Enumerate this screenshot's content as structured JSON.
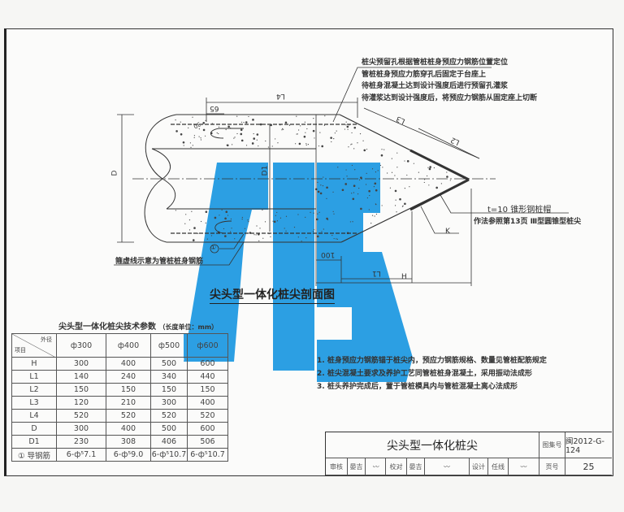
{
  "drawing": {
    "section_title": "尖头型一体化桩尖剖面图",
    "leader_notes": [
      "桩尖预留孔根据管桩桩身预应力钢筋位置定位",
      "管桩桩身预应力筋穿孔后固定于台座上",
      "待桩身混凝土达到设计强度后进行预留孔灌浆",
      "待灌浆达到设计强度后，将预应力钢筋从固定座上切断"
    ],
    "cap_label": "t=10 锥形钢桩帽",
    "cap_ref": "作法参照第13页 Ⅲ型圆锥型桩尖",
    "rebar_note": "箍虚线示意为管桩桩身钢筋",
    "marker": "①",
    "dims": {
      "D": "D",
      "D1": "D1",
      "L1": "L1",
      "L2": "L2",
      "L3": "L3",
      "L4": "L4",
      "H": "H",
      "d65": "65",
      "d100": "100",
      "d30": "30",
      "k": "K"
    }
  },
  "param_table": {
    "title": "尖头型一体化桩尖技术参数",
    "unit": "（长度单位：mm）",
    "corner_top": "外径",
    "corner_bottom": "项目",
    "columns": [
      "ф300",
      "ф400",
      "ф500",
      "ф600"
    ],
    "rows": [
      {
        "label": "H",
        "values": [
          "300",
          "400",
          "500",
          "600"
        ]
      },
      {
        "label": "L1",
        "values": [
          "140",
          "240",
          "340",
          "440"
        ]
      },
      {
        "label": "L2",
        "values": [
          "150",
          "150",
          "150",
          "150"
        ]
      },
      {
        "label": "L3",
        "values": [
          "120",
          "210",
          "300",
          "400"
        ]
      },
      {
        "label": "L4",
        "values": [
          "520",
          "520",
          "520",
          "520"
        ]
      },
      {
        "label": "D",
        "values": [
          "300",
          "400",
          "500",
          "600"
        ]
      },
      {
        "label": "D1",
        "values": [
          "230",
          "308",
          "406",
          "506"
        ]
      },
      {
        "label": "① 导钢筋",
        "values": [
          "6-ф⁵7.1",
          "6-ф⁵9.0",
          "6-ф⁵10.7",
          "6-ф⁵10.7"
        ]
      }
    ]
  },
  "notes": [
    "1. 桩身预应力钢筋锚于桩尖内，预应力钢筋规格、数量见管桩配筋规定",
    "2. 桩尖混凝土要求及养护工艺同管桩桩身混凝土，采用振动法成形",
    "3. 桩头养护完成后，置于管桩模具内与管桩混凝土离心法成形"
  ],
  "title_block": {
    "title": "尖头型一体化桩尖",
    "atlas_label": "图集号",
    "atlas_no": "闽2012-G-124",
    "page_label": "页号",
    "page_no": "25",
    "review_label": "审核",
    "review_name": "晏吉",
    "check_label": "校对",
    "check_name": "晏吉",
    "design_label": "设计",
    "design_name": "任线"
  },
  "colors": {
    "watermark": "#2c9fe3",
    "line": "#333333"
  }
}
